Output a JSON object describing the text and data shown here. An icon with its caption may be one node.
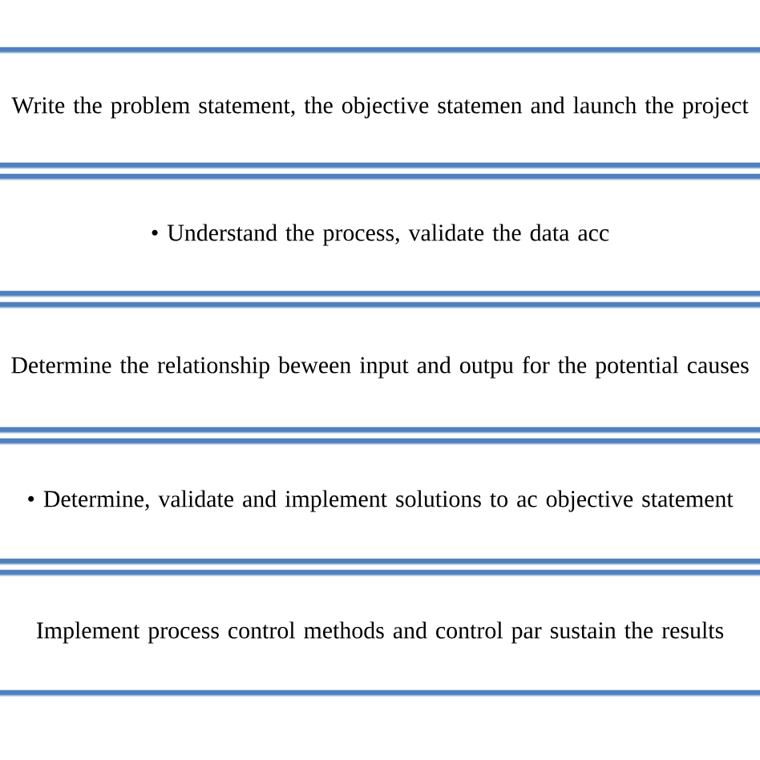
{
  "diagram": {
    "nodes": [
      {
        "text": [
          "Write the problem statement, the objective statemen and launch the project"
        ]
      },
      {
        "text": [
          "• Understand the process, validate the data acc"
        ]
      },
      {
        "text": [
          "Determine the relationship beween input and outpu for the potential causes"
        ]
      },
      {
        "text": [
          "• Determine, validate and implement solutions to ac objective statement"
        ]
      },
      {
        "text": [
          "Implement process control methods and control par sustain the results"
        ]
      }
    ]
  }
}
